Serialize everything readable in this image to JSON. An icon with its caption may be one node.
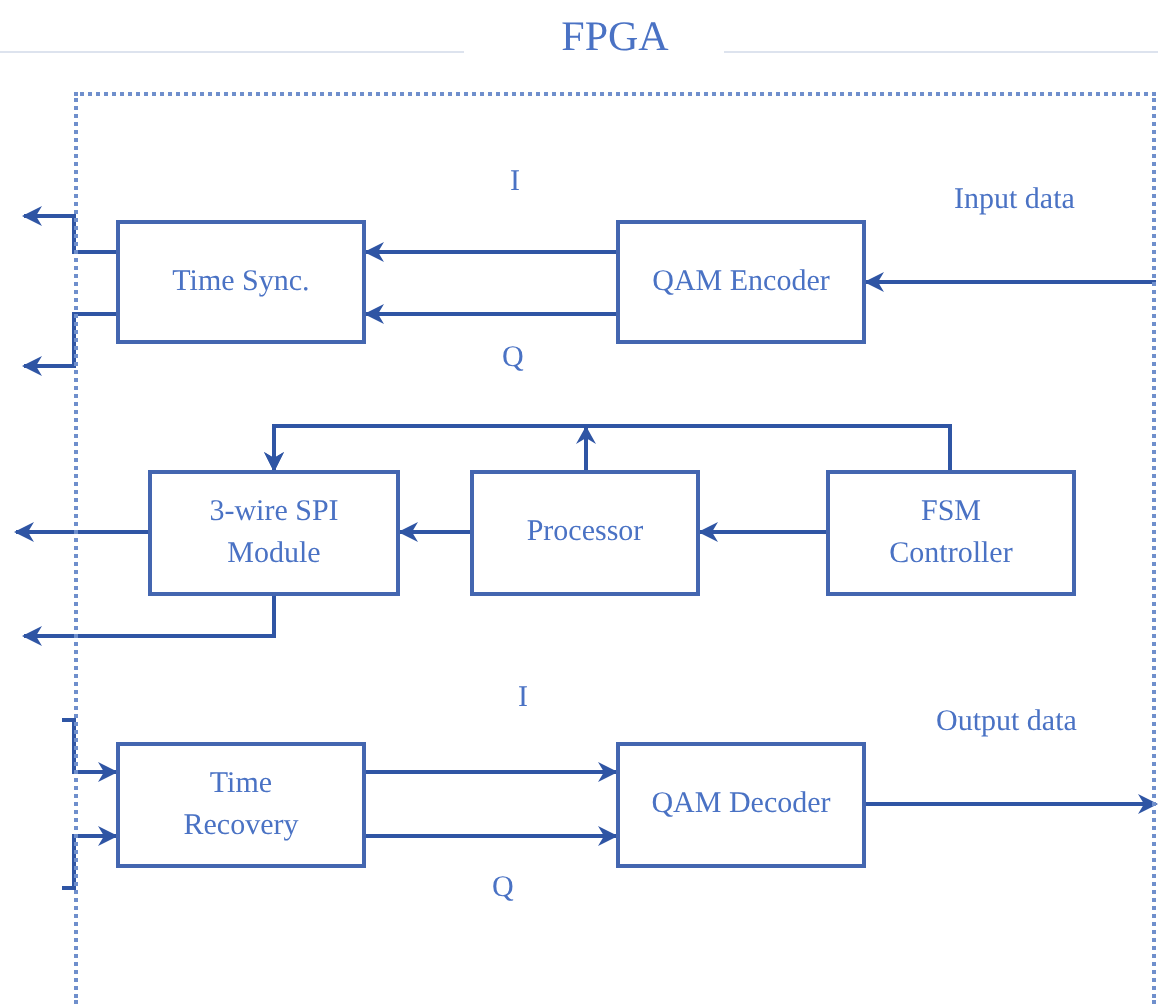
{
  "diagram": {
    "nodes": [
      {
        "text": [
          "FPGA"
        ]
      },
      {
        "text": [
          "Time Sync."
        ],
        "in": 0
      },
      {
        "text": [
          "QAM Encoder"
        ],
        "in": 0
      },
      {
        "text": [
          "3-wire SPI Module"
        ],
        "in": 0
      },
      {
        "text": [
          "Processor"
        ],
        "in": 0
      },
      {
        "text": [
          "FSM Controller"
        ],
        "in": 0
      },
      {
        "text": [
          "Time Recovery"
        ],
        "in": 0
      },
      {
        "text": [
          "QAM Decoder"
        ],
        "in": 0
      }
    ],
    "edges": [
      {
        "from": 2,
        "to": 1,
        "arrow": "to",
        "label": "I"
      },
      {
        "from": 2,
        "to": 1,
        "arrow": "to",
        "label": "Q"
      },
      {
        "from": null,
        "to": 2,
        "arrow": "to",
        "label": "Input data"
      },
      {
        "from": 1,
        "to": null,
        "arrow": "to"
      },
      {
        "from": 1,
        "to": null,
        "arrow": "to"
      },
      {
        "from": 5,
        "to": 4,
        "arrow": "to"
      },
      {
        "from": 4,
        "to": 3,
        "arrow": "to"
      },
      {
        "from": 5,
        "to": 3,
        "arrow": "to"
      },
      {
        "from": 4,
        "to": 3,
        "arrow": "to"
      },
      {
        "from": 3,
        "to": null,
        "arrow": "to"
      },
      {
        "from": 3,
        "to": null,
        "arrow": "to"
      },
      {
        "from": null,
        "to": 6,
        "arrow": "to"
      },
      {
        "from": null,
        "to": 6,
        "arrow": "to"
      },
      {
        "from": 6,
        "to": 7,
        "arrow": "to",
        "label": "I"
      },
      {
        "from": 6,
        "to": 7,
        "arrow": "to",
        "label": "Q"
      },
      {
        "from": 7,
        "to": null,
        "arrow": "to",
        "label": "Output data"
      }
    ]
  }
}
